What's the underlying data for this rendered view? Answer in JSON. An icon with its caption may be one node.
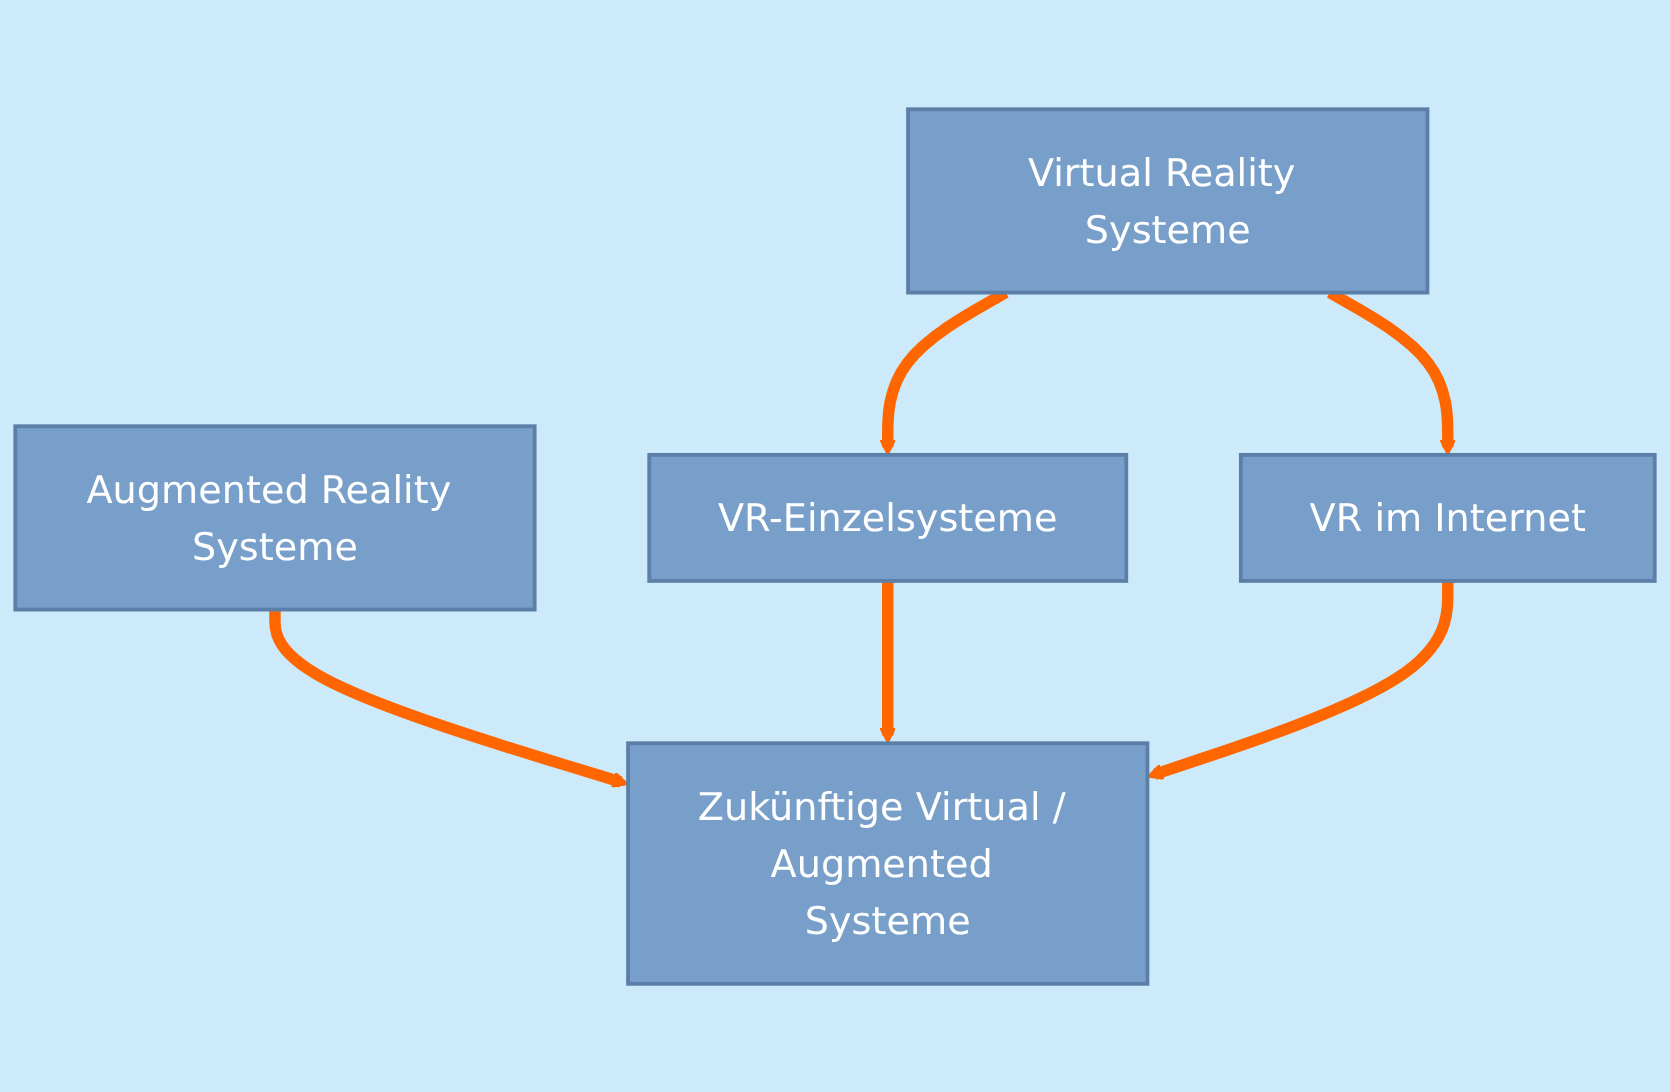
{
  "diagram": {
    "nodes": [
      {
        "text": [
          "Augmented Reality Systeme"
        ]
      },
      {
        "text": [
          "Virtual Reality Systeme"
        ]
      },
      {
        "text": [
          "VR-Einzelsysteme"
        ]
      },
      {
        "text": [
          "VR im Internet"
        ]
      },
      {
        "text": [
          "Zukünftige Virtual / Augmented Systeme"
        ]
      }
    ],
    "edges": [
      {
        "from": 1,
        "to": 2,
        "arrow": "to"
      },
      {
        "from": 1,
        "to": 3,
        "arrow": "to"
      },
      {
        "from": 0,
        "to": 4,
        "arrow": "to"
      },
      {
        "from": 2,
        "to": 4,
        "arrow": "to"
      },
      {
        "from": 3,
        "to": 4,
        "arrow": "to"
      }
    ]
  }
}
